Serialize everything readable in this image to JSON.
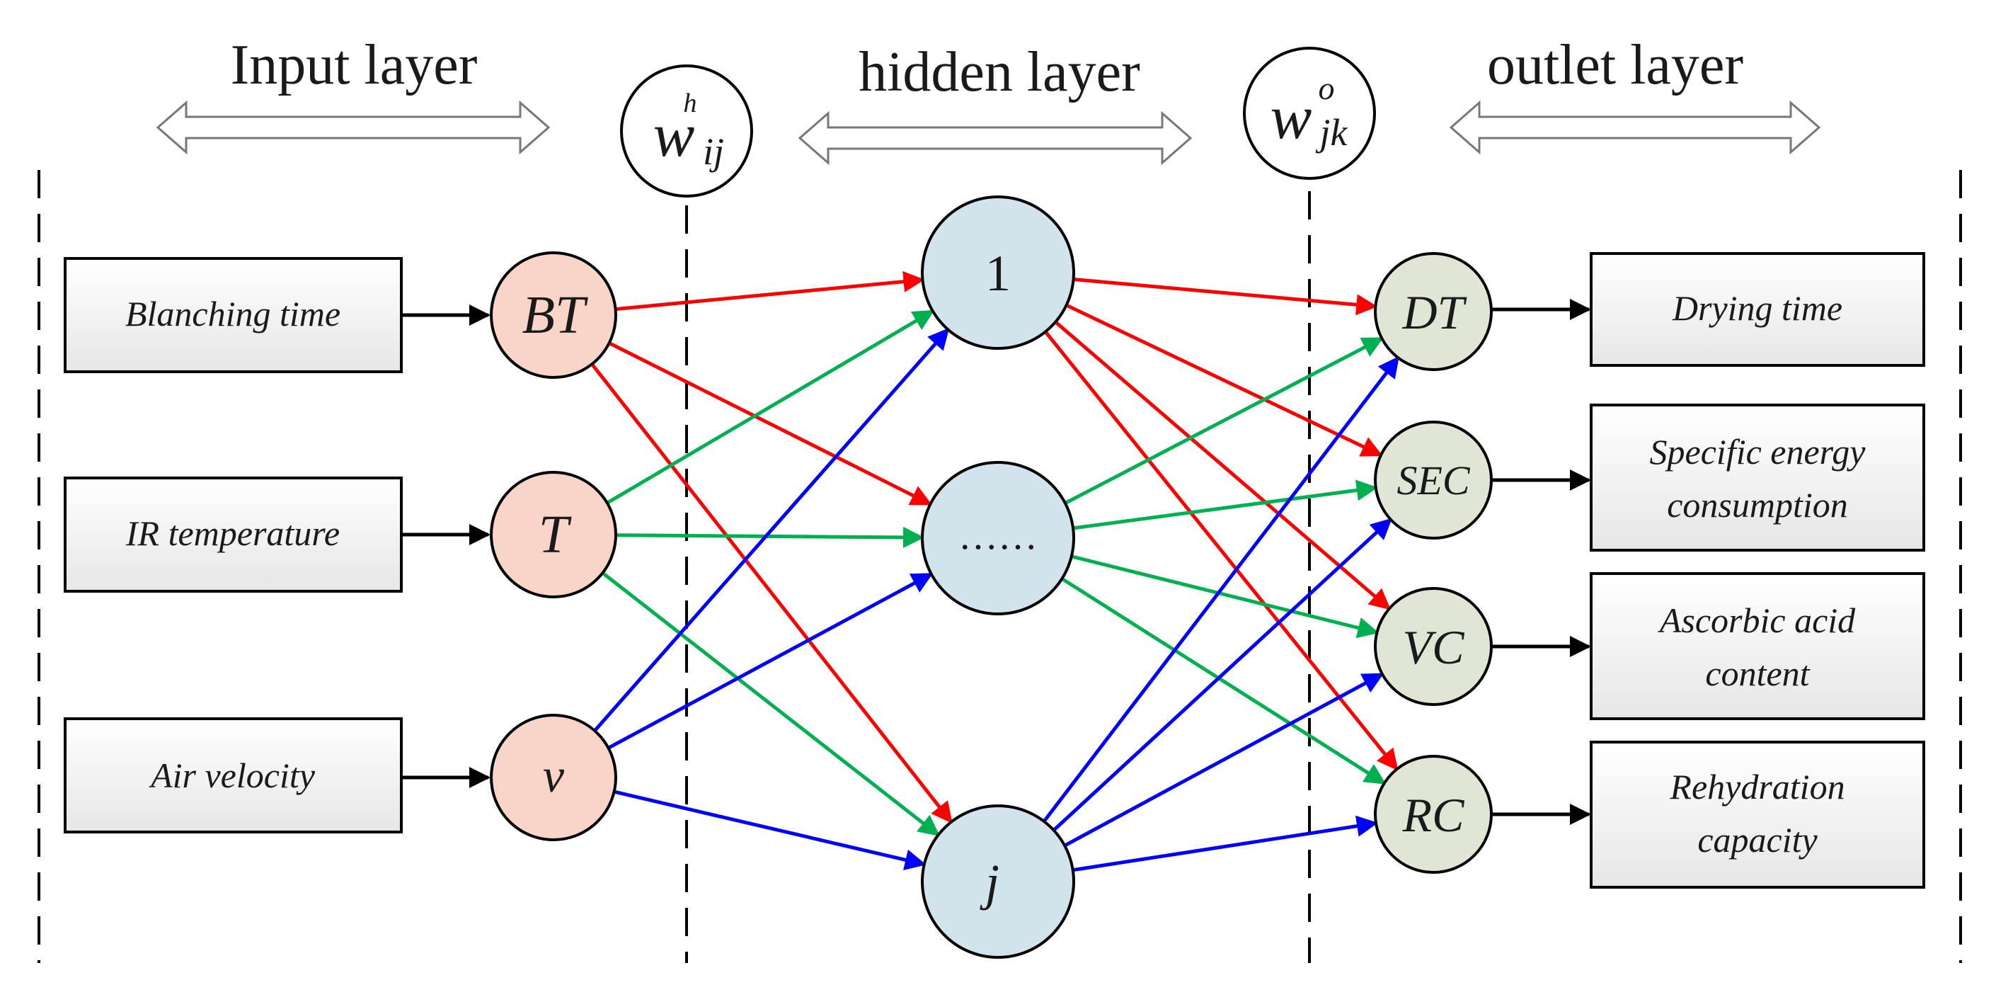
{
  "headers": {
    "input": "Input layer",
    "hidden": "hidden layer",
    "output": "outlet layer"
  },
  "weights": {
    "ih": {
      "base": "w",
      "sub": "ij",
      "sup": "h"
    },
    "ho": {
      "base": "w",
      "sub": "jk",
      "sup": "o"
    }
  },
  "input_boxes": [
    "Blanching time",
    "IR temperature",
    "Air velocity"
  ],
  "input_nodes": [
    "BT",
    "T",
    "v"
  ],
  "hidden_nodes": [
    "1",
    "……",
    "j"
  ],
  "output_nodes": [
    "DT",
    "SEC",
    "VC",
    "RC"
  ],
  "output_boxes": [
    [
      "Drying time"
    ],
    [
      "Specific energy",
      "consumption"
    ],
    [
      "Ascorbic acid",
      "content"
    ],
    [
      "Rehydration",
      "capacity"
    ]
  ],
  "colors": {
    "input_node_fill": "#f8d5c8",
    "hidden_node_fill": "#d3e3ec",
    "output_node_fill": "#dfe6d6",
    "edge_from_first_input": "#ff0000",
    "edge_from_second_input": "#00b050",
    "edge_from_third_input": "#0000ff",
    "edge_from_first_hidden": "#ff0000",
    "edge_from_second_hidden": "#00b050",
    "edge_from_third_hidden": "#0000ff"
  }
}
